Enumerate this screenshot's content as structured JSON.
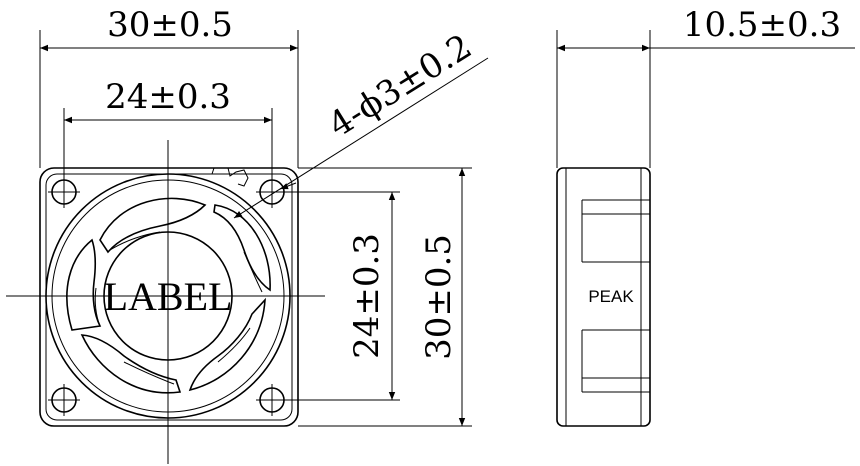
{
  "dimensions": {
    "front_width": "30±0.5",
    "hole_spacing_horizontal": "24±0.3",
    "hole_callout": "4-ϕ3±0.2",
    "hole_spacing_vertical": "24±0.3",
    "front_height": "30±0.5",
    "side_depth": "10.5±0.3"
  },
  "front_view": {
    "center_label": "LABEL"
  },
  "side_view": {
    "brand_label": "PEAK"
  },
  "colors": {
    "ink": "#000000",
    "background": "#ffffff"
  }
}
